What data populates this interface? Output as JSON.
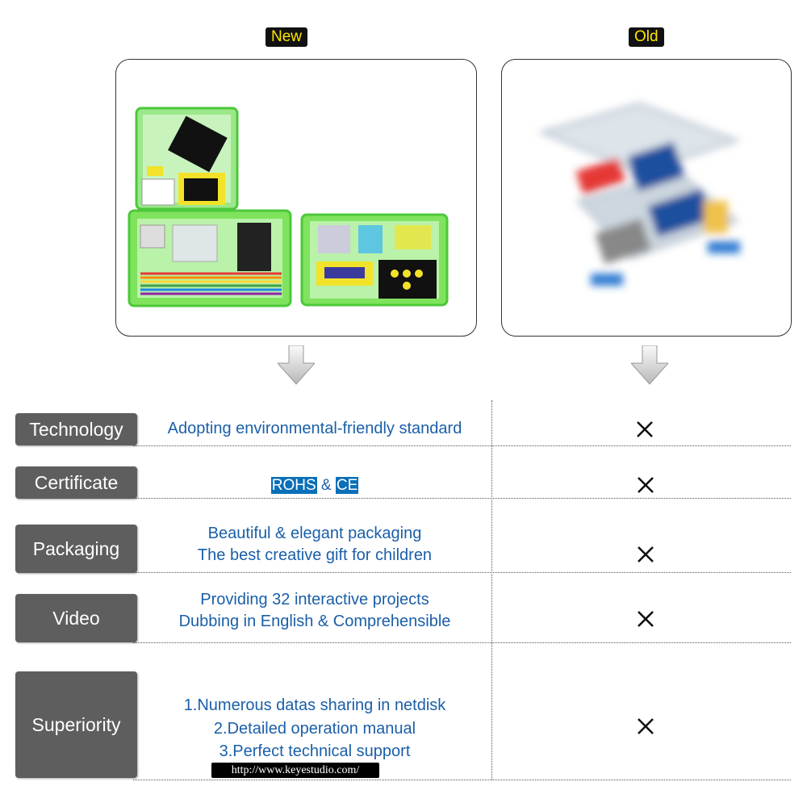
{
  "header": {
    "new_tag": "New",
    "old_tag": "Old"
  },
  "colors": {
    "tag_bg": "#111111",
    "tag_text": "#ffe600",
    "label_bg": "#5e5e5e",
    "text_blue": "#1a5fa8",
    "badge_blue": "#0a6fb8",
    "new_case_green": "#6fe04a",
    "old_case": "#c9d4de"
  },
  "rows": [
    {
      "label": "Technology",
      "new_lines": [
        "Adopting environmental-friendly standard"
      ],
      "old": "✕"
    },
    {
      "label": "Certificate",
      "cert": {
        "badge1": "ROHS",
        "joiner": " & ",
        "badge2": "CE"
      },
      "old": "✕"
    },
    {
      "label": "Packaging",
      "new_lines": [
        "Beautiful & elegant packaging",
        "The best creative gift for children"
      ],
      "old": "✕"
    },
    {
      "label": "Video",
      "new_lines": [
        "Providing 32 interactive projects",
        "Dubbing in English & Comprehensible"
      ],
      "old": "✕"
    },
    {
      "label": "Superiority",
      "new_lines": [
        "1.Numerous datas sharing in netdisk",
        "2.Detailed operation manual",
        "3.Perfect technical support"
      ],
      "old": "✕"
    }
  ],
  "footer": {
    "url": "http://www.keyestudio.com/"
  },
  "images": {
    "new_product": "green-kit-box-photo",
    "old_product": "blurred-clear-kit-box-photo",
    "arrow_icon": "down-arrow-icon",
    "cross_icon": "cross-icon"
  }
}
